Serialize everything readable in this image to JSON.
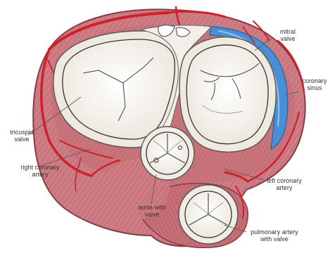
{
  "diagram": {
    "labels": {
      "mitral_valve": [
        "mitral",
        "valve"
      ],
      "coronary_sinus": [
        "coronary",
        "sinus"
      ],
      "tricuspid_valve": [
        "tricuspid",
        "valve"
      ],
      "right_coronary_artery": [
        "right coronary",
        "artery"
      ],
      "left_coronary_artery": [
        "left coronary",
        "artery"
      ],
      "aorta_with_valve": [
        "aorta with",
        "valve"
      ],
      "pulmonary_artery_with_valve": [
        "pulmonary artery",
        "with valve"
      ]
    },
    "colors": {
      "myocardium": "#c9737a",
      "myocardium_dark": "#a94d57",
      "artery": "#d0202a",
      "coronary_sinus": "#4a8fd6",
      "valve_ring": "#f3eee6",
      "leaflet_outline": "#444444"
    }
  }
}
